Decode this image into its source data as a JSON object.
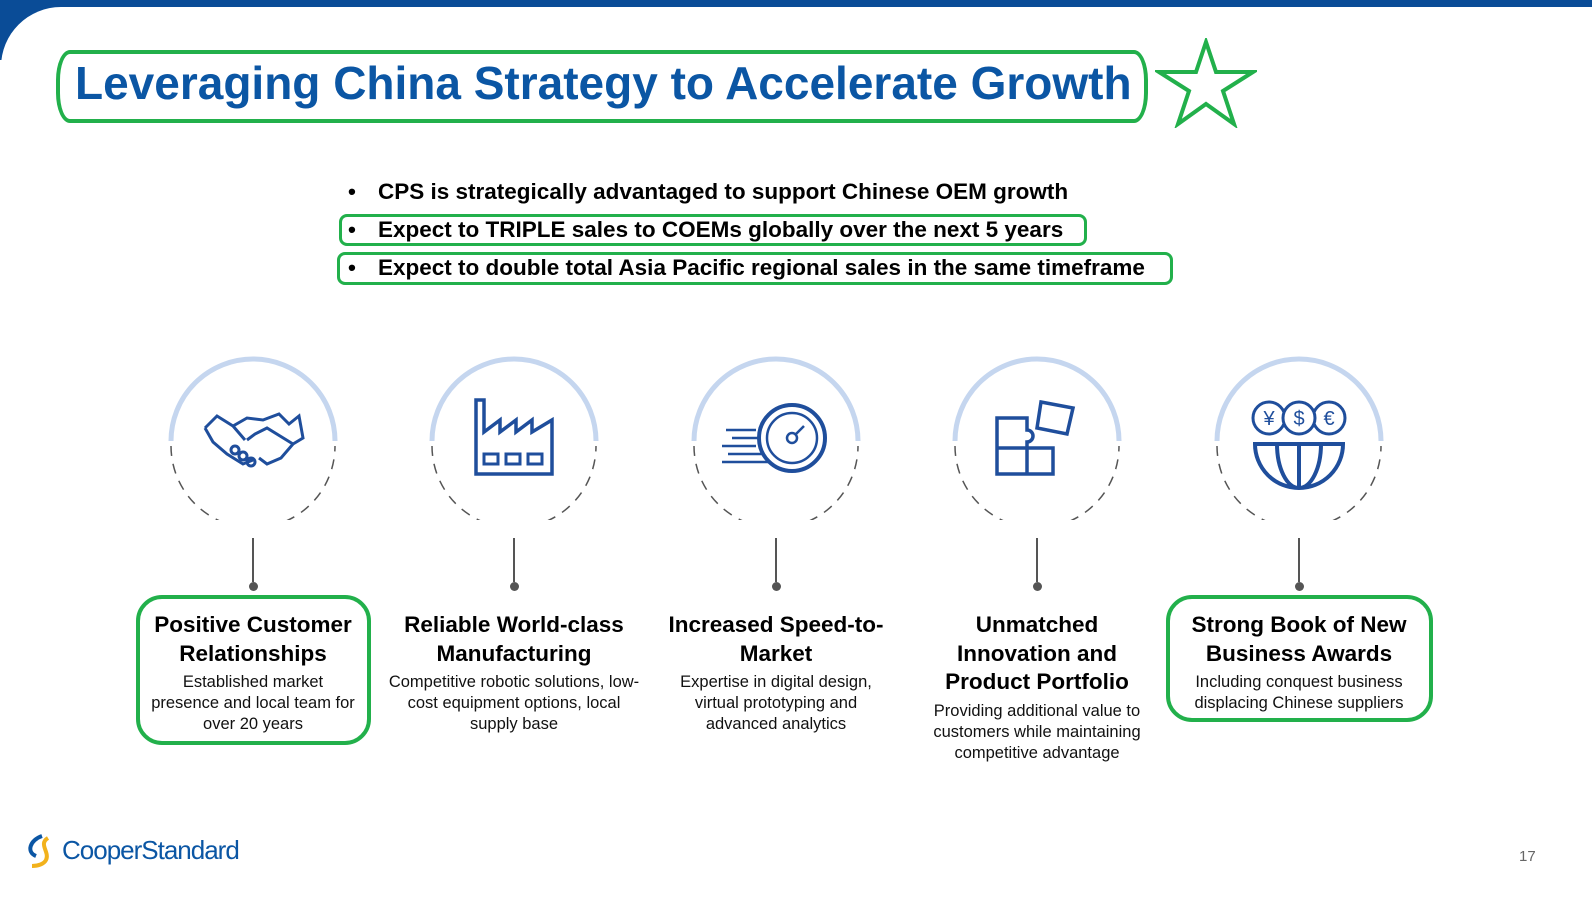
{
  "title": "Leveraging China Strategy to Accelerate Growth",
  "bullets": [
    "CPS is strategically advantaged to support Chinese OEM growth",
    "Expect to TRIPLE sales to COEMs globally over the next 5 years",
    "Expect to double total Asia Pacific regional sales in the same timeframe"
  ],
  "bullet_symbol": "•",
  "pillars": [
    {
      "icon": "handshake-icon",
      "title": "Positive Customer Relationships",
      "desc": "Established market presence and local team for over 20 years"
    },
    {
      "icon": "factory-icon",
      "title": "Reliable World-class Manufacturing",
      "desc": "Competitive robotic solutions, low-cost equipment options, local supply base"
    },
    {
      "icon": "speedometer-icon",
      "title": "Increased Speed-to-Market",
      "desc": "Expertise in digital design, virtual prototyping and advanced analytics"
    },
    {
      "icon": "puzzle-icon",
      "title": "Unmatched Innovation and Product Portfolio",
      "desc": "Providing additional value to customers while maintaining competitive advantage"
    },
    {
      "icon": "globe-currency-icon",
      "title": "Strong Book of New Business Awards",
      "desc": "Including conquest business displacing Chinese suppliers"
    }
  ],
  "currency_symbols": [
    "¥",
    "$",
    "€"
  ],
  "logo": "CooperStandard",
  "page_number": "17",
  "colors": {
    "brand_blue": "#0b56a4",
    "highlight_green": "#22b04b",
    "ring": "#c5d6ef"
  }
}
